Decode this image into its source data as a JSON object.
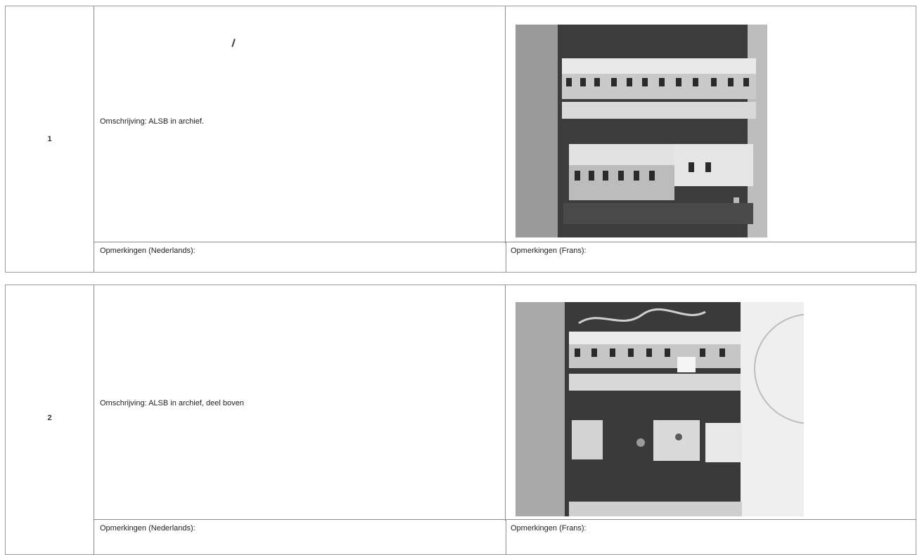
{
  "entries": [
    {
      "number": "1",
      "description": "Omschrijving: ALSB in archief.",
      "remarks_nl": "Opmerkingen (Nederlands):",
      "remarks_fr": "Opmerkingen (Frans):"
    },
    {
      "number": "2",
      "description": "Omschrijving: ALSB in archief, deel boven",
      "remarks_nl": "Opmerkingen (Nederlands):",
      "remarks_fr": "Opmerkingen (Frans):"
    }
  ]
}
